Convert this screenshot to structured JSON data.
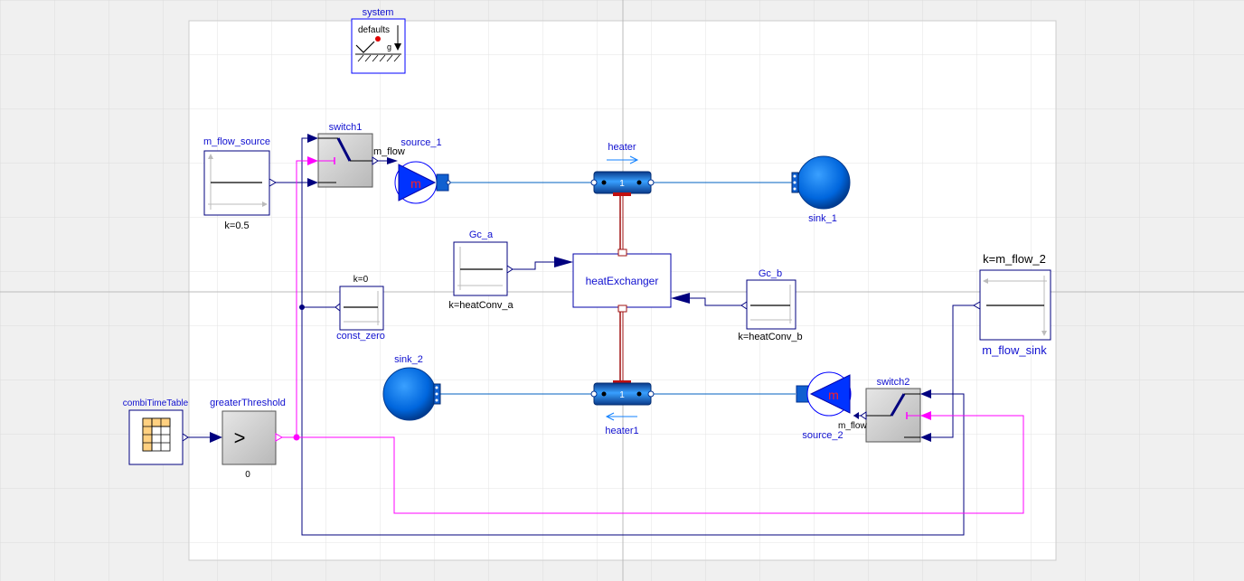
{
  "components": {
    "system": {
      "label": "system",
      "inner_text": "defaults",
      "g_label": "g"
    },
    "m_flow_source": {
      "label": "m_flow_source",
      "param": "k=0.5"
    },
    "switch1": {
      "label": "switch1",
      "output_label": "m_flow"
    },
    "source_1": {
      "label": "source_1",
      "symbol": "m"
    },
    "heater": {
      "label": "heater",
      "port_label": "1"
    },
    "sink_1": {
      "label": "sink_1"
    },
    "Gc_a": {
      "label": "Gc_a",
      "param": "k=heatConv_a"
    },
    "heatExchanger": {
      "label": "heatExchanger"
    },
    "Gc_b": {
      "label": "Gc_b",
      "param": "k=heatConv_b"
    },
    "const_zero": {
      "label": "const_zero",
      "param": "k=0"
    },
    "m_flow_sink": {
      "label": "m_flow_sink",
      "param": "k=m_flow_2"
    },
    "sink_2": {
      "label": "sink_2"
    },
    "heater1": {
      "label": "heater1",
      "port_label": "1"
    },
    "source_2": {
      "label": "source_2",
      "symbol": "m"
    },
    "switch2": {
      "label": "switch2",
      "output_label": "m_flow"
    },
    "combiTimeTable": {
      "label": "combiTimeTable"
    },
    "greaterThreshold": {
      "label": "greaterThreshold",
      "symbol": ">",
      "param": "0"
    }
  },
  "colors": {
    "background": "#f0f0f0",
    "diagram": "#ffffff",
    "grid": "#dddddd",
    "signal": "#00007f",
    "boolean": "#ff00ff",
    "fluid": "#0060c0",
    "heat": "#a01010",
    "label": "#1010d0"
  }
}
